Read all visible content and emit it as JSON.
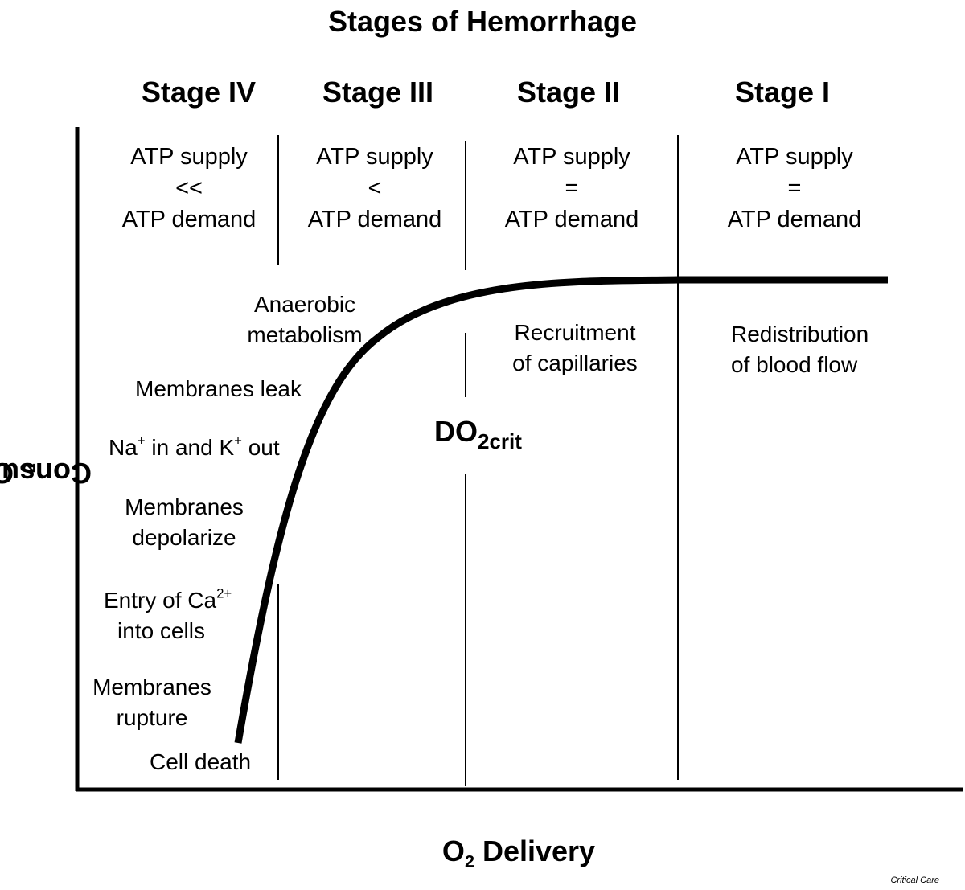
{
  "title": "Stages of Hemorrhage",
  "stages": [
    "Stage IV",
    "Stage III",
    "Stage II",
    "Stage I"
  ],
  "atp": [
    {
      "line1": "ATP supply",
      "relation": "<<",
      "line3": "ATP demand"
    },
    {
      "line1": "ATP supply",
      "relation": "<",
      "line3": "ATP demand"
    },
    {
      "line1": "ATP supply",
      "relation": "=",
      "line3": "ATP demand"
    },
    {
      "line1": "ATP supply",
      "relation": "=",
      "line3": "ATP demand"
    }
  ],
  "labels": {
    "anaerobic": {
      "line1": "Anaerobic",
      "line2": "metabolism"
    },
    "membranes_leak": "Membranes leak",
    "na_k": {
      "na": "Na",
      "plus1": "+",
      "mid": " in and K",
      "plus2": "+",
      "end": " out"
    },
    "depolarize": {
      "line1": "Membranes",
      "line2": "depolarize"
    },
    "calcium": {
      "prefix": "Entry of Ca",
      "charge": "2+",
      "line2": "into cells"
    },
    "rupture": {
      "line1": "Membranes",
      "line2": "rupture"
    },
    "cell_death": "Cell death",
    "recruitment": {
      "line1": "Recruitment",
      "line2": "of capillaries"
    },
    "redistribution": {
      "line1": "Redistribution",
      "line2": "of blood flow"
    },
    "do2crit": {
      "main": "DO",
      "sub": "2crit"
    }
  },
  "axes": {
    "x": {
      "prefix": "O",
      "sub": "2",
      "suffix": " Delivery"
    },
    "y": {
      "prefix": "O",
      "sub": "2",
      "suffix": " Consumption"
    }
  },
  "credit": "Critical Care"
}
